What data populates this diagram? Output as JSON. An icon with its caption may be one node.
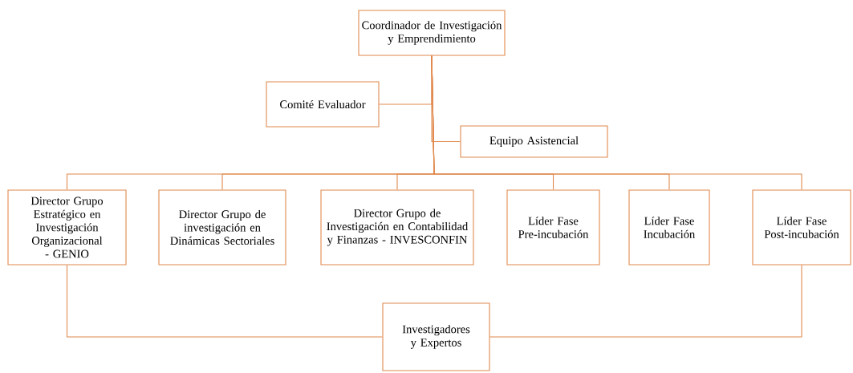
{
  "diagram": {
    "nodes": [
      {
        "text": [
          "Coordinador de Investigación y Emprendimiento"
        ]
      },
      {
        "text": [
          "Comité Evaluador"
        ]
      },
      {
        "text": [
          "Equipo Asistencial"
        ]
      },
      {
        "text": [
          "Director Grupo Estratégico en Investigación Organizacional - GENIO"
        ]
      },
      {
        "text": [
          "Director Grupo de investigación en Dinámicas Sectoriales"
        ]
      },
      {
        "text": [
          "Director Grupo de Investigación en Contabilidad y Finanzas - INVESCONFIN"
        ]
      },
      {
        "text": [
          "Líder Fase Pre-incubación"
        ]
      },
      {
        "text": [
          "Líder Fase Incubación"
        ]
      },
      {
        "text": [
          "Líder Fase Post-incubación"
        ]
      },
      {
        "text": [
          "Investigadores y Expertos"
        ]
      }
    ],
    "edges": [
      {
        "from": 0,
        "to": 1,
        "arrow": "none"
      },
      {
        "from": 0,
        "to": 2,
        "arrow": "none"
      },
      {
        "from": 0,
        "to": 3,
        "arrow": "none"
      },
      {
        "from": 0,
        "to": 4,
        "arrow": "none"
      },
      {
        "from": 0,
        "to": 5,
        "arrow": "none"
      },
      {
        "from": 0,
        "to": 6,
        "arrow": "none"
      },
      {
        "from": 0,
        "to": 7,
        "arrow": "none"
      },
      {
        "from": 0,
        "to": 8,
        "arrow": "none"
      },
      {
        "from": 3,
        "to": 9,
        "arrow": "none"
      },
      {
        "from": 8,
        "to": 9,
        "arrow": "none"
      }
    ]
  }
}
